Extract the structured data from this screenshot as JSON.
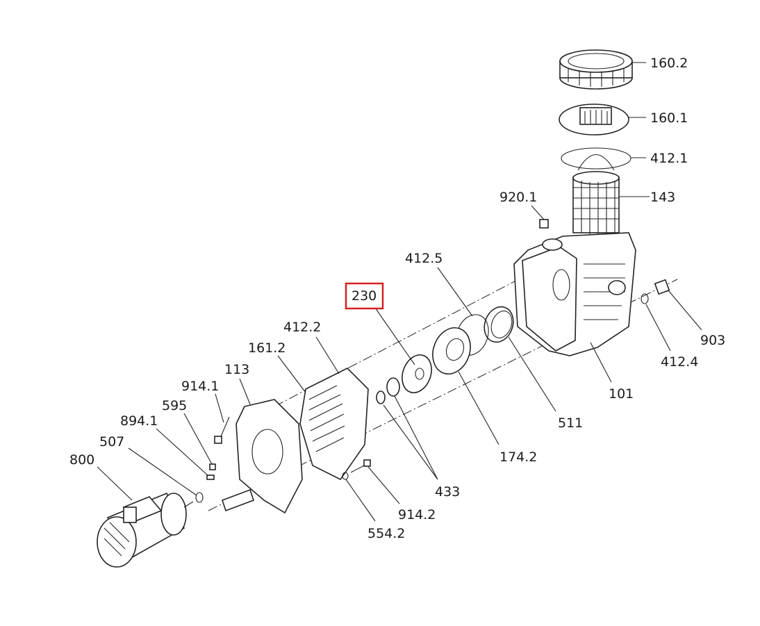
{
  "title": "Pump exploded parts diagram",
  "highlight_color": "#d62020",
  "highlighted_part": "230",
  "labels": {
    "p160_2": "160.2",
    "p160_1": "160.1",
    "p412_1": "412.1",
    "p143": "143",
    "p920_1": "920.1",
    "p412_5": "412.5",
    "p230": "230",
    "p412_2": "412.2",
    "p161_2": "161.2",
    "p113": "113",
    "p914_1": "914.1",
    "p595": "595",
    "p894_1": "894.1",
    "p507": "507",
    "p800": "800",
    "p903": "903",
    "p412_4": "412.4",
    "p101": "101",
    "p511": "511",
    "p174_2": "174.2",
    "p433": "433",
    "p914_2": "914.2",
    "p554_2": "554.2"
  }
}
